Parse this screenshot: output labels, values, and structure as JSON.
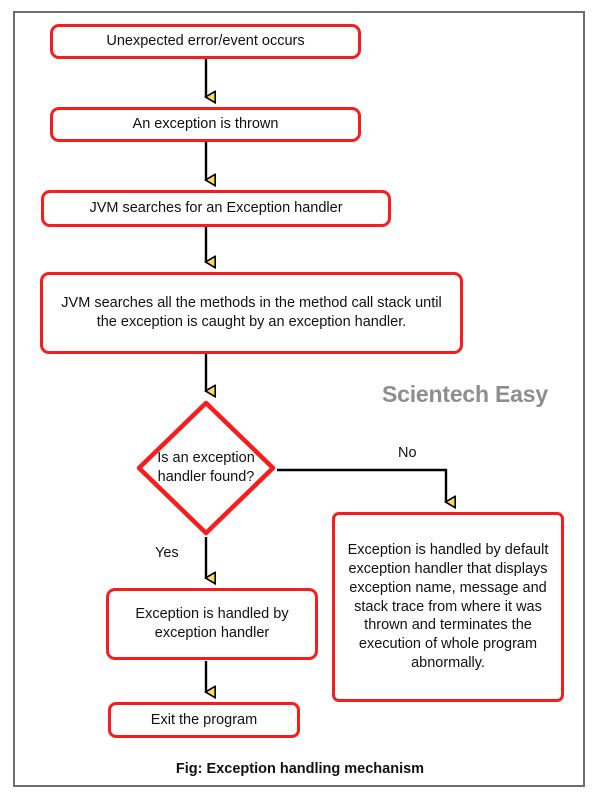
{
  "figure": {
    "caption": "Fig: Exception handling mechanism",
    "watermark": "Scientech Easy",
    "colors": {
      "node_border": "#f71d1d",
      "node_fill": "#ffffff",
      "connector": "#000000",
      "arrowhead_fill": "#ffd966",
      "arrowhead_stroke": "#000000",
      "frame_border": "#6e6e6e",
      "watermark_text": "#8e8e8e",
      "text": "#111111"
    }
  },
  "flowchart": {
    "type": "flowchart",
    "title": "Exception handling mechanism",
    "nodes": [
      {
        "id": "n1",
        "shape": "rounded-rect",
        "text": "Unexpected error/event occurs"
      },
      {
        "id": "n2",
        "shape": "rounded-rect",
        "text": "An exception is thrown"
      },
      {
        "id": "n3",
        "shape": "rounded-rect",
        "text": "JVM searches for an Exception handler"
      },
      {
        "id": "n4",
        "shape": "rounded-rect",
        "text": "JVM searches all the methods in the method call stack until the exception is caught by an exception handler."
      },
      {
        "id": "n5",
        "shape": "diamond",
        "text": "Is an exception handler found?"
      },
      {
        "id": "n6",
        "shape": "rounded-rect",
        "text": "Exception is handled by exception handler"
      },
      {
        "id": "n7",
        "shape": "rounded-rect",
        "text": "Exception is handled by default exception handler that displays exception name, message and stack trace from where it was thrown and terminates the execution of whole program abnormally."
      },
      {
        "id": "n8",
        "shape": "rounded-rect",
        "text": "Exit the program"
      }
    ],
    "edges": [
      {
        "from": "n1",
        "to": "n2",
        "label": ""
      },
      {
        "from": "n2",
        "to": "n3",
        "label": ""
      },
      {
        "from": "n3",
        "to": "n4",
        "label": ""
      },
      {
        "from": "n4",
        "to": "n5",
        "label": ""
      },
      {
        "from": "n5",
        "to": "n6",
        "label": "Yes"
      },
      {
        "from": "n5",
        "to": "n7",
        "label": "No"
      },
      {
        "from": "n6",
        "to": "n8",
        "label": ""
      }
    ],
    "edge_labels": {
      "yes": "Yes",
      "no": "No"
    }
  }
}
